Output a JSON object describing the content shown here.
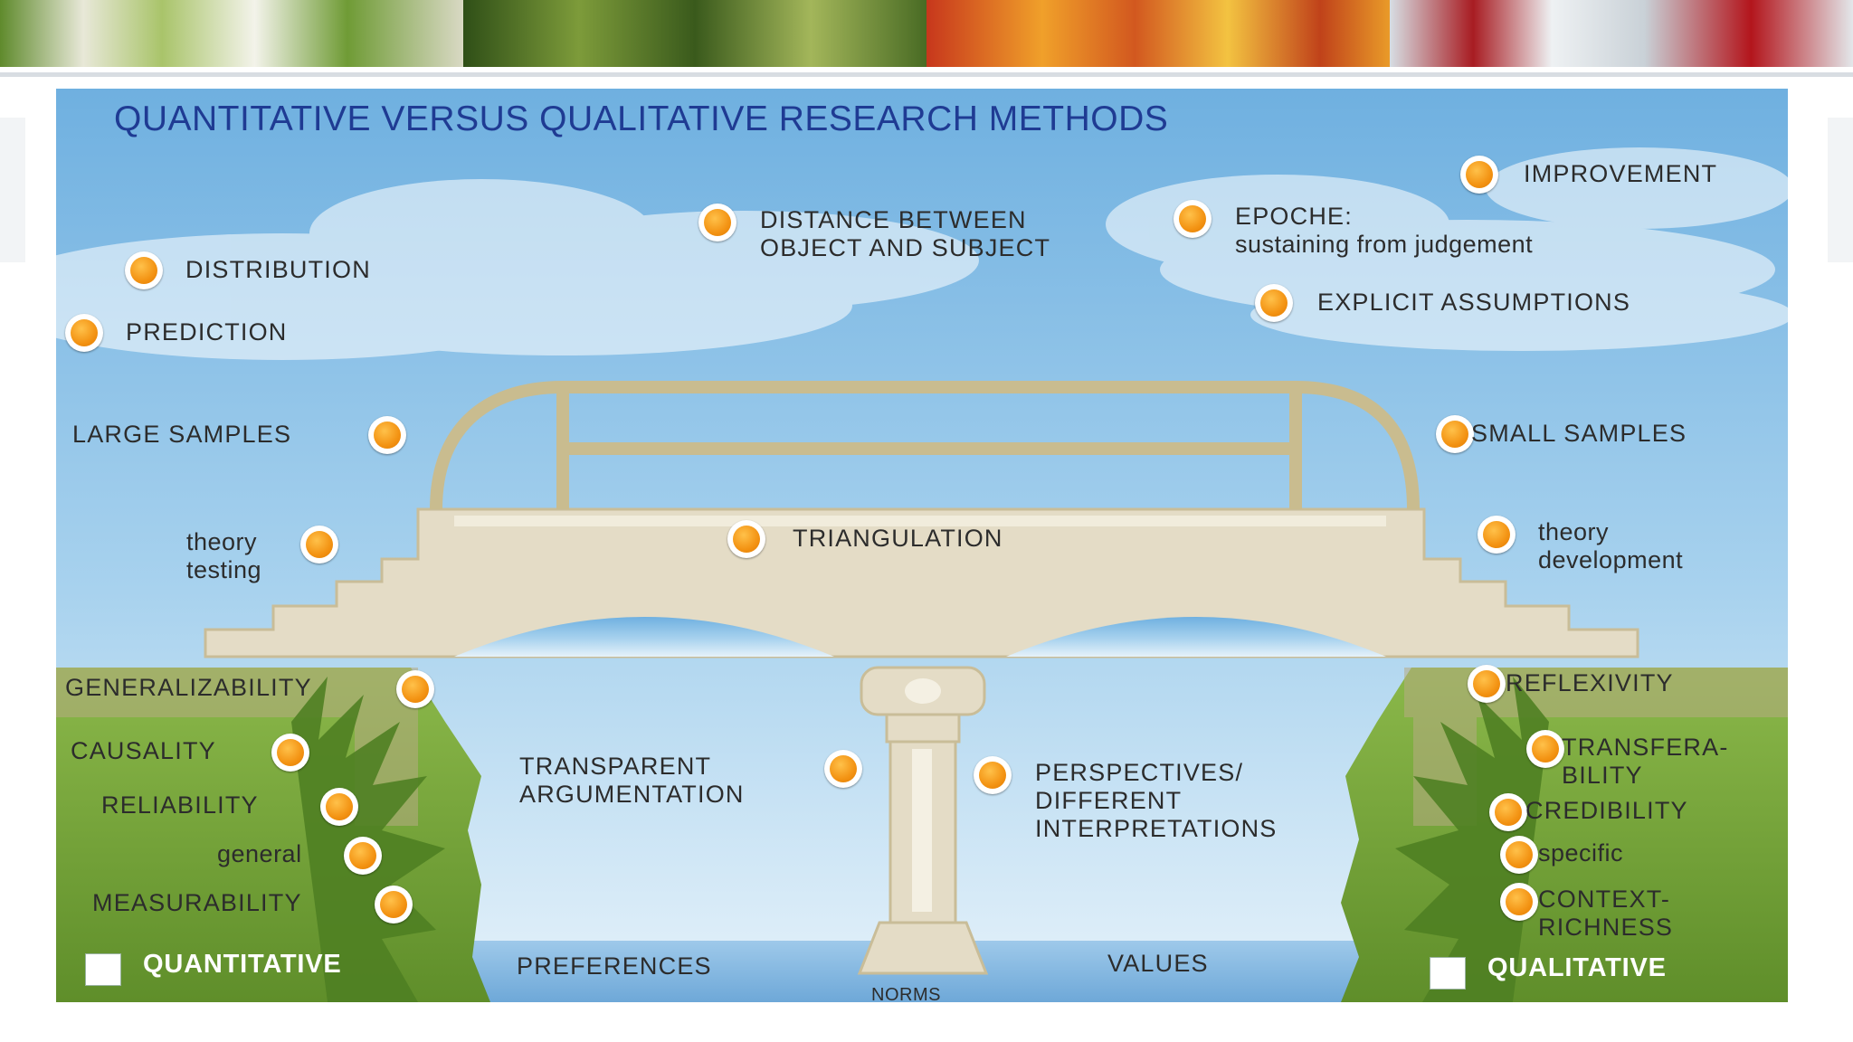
{
  "title": "QUANTITATIVE VERSUS QUALITATIVE RESEARCH METHODS",
  "sky_items": {
    "distribution": "DISTRIBUTION",
    "prediction": "PREDICTION",
    "distance_line1": "DISTANCE BETWEEN",
    "distance_line2": "OBJECT AND SUBJECT",
    "epoche_line1": "EPOCHE:",
    "epoche_line2": "sustaining from judgement",
    "improvement": "IMPROVEMENT",
    "explicit_assumptions": "EXPLICIT ASSUMPTIONS"
  },
  "quantitative_items": {
    "large_samples": "LARGE SAMPLES",
    "theory_testing_line1": "theory",
    "theory_testing_line2": "testing",
    "generalizability": "GENERALIZABILITY",
    "causality": "CAUSALITY",
    "reliability": "RELIABILITY",
    "general": "general",
    "measurability": "MEASURABILITY"
  },
  "qualitative_items": {
    "small_samples": "SMALL SAMPLES",
    "theory_development_line1": "theory",
    "theory_development_line2": "development",
    "reflexivity": "REFLEXIVITY",
    "transferability_line1": "TRANSFERA-",
    "transferability_line2": "BILITY",
    "credibility": "CREDIBILITY",
    "specific": "specific",
    "context_richness_line1": "CONTEXT-",
    "context_richness_line2": "RICHNESS"
  },
  "bridge_items": {
    "triangulation": "TRIANGULATION",
    "transparent_line1": "TRANSPARENT",
    "transparent_line2": "ARGUMENTATION",
    "perspectives_line1": "PERSPECTIVES/",
    "perspectives_line2": "DIFFERENT",
    "perspectives_line3": "INTERPRETATIONS"
  },
  "water": {
    "preferences": "PREFERENCES",
    "norms": "NORMS",
    "values": "VALUES"
  },
  "legend": {
    "quantitative": "QUANTITATIVE",
    "qualitative": "QUALITATIVE"
  },
  "colors": {
    "title": "#1f3b93",
    "sky": "#8fc1e6",
    "grass": "#7aa63d",
    "stone": "#e4dcc6",
    "bullet": "#f39313"
  }
}
